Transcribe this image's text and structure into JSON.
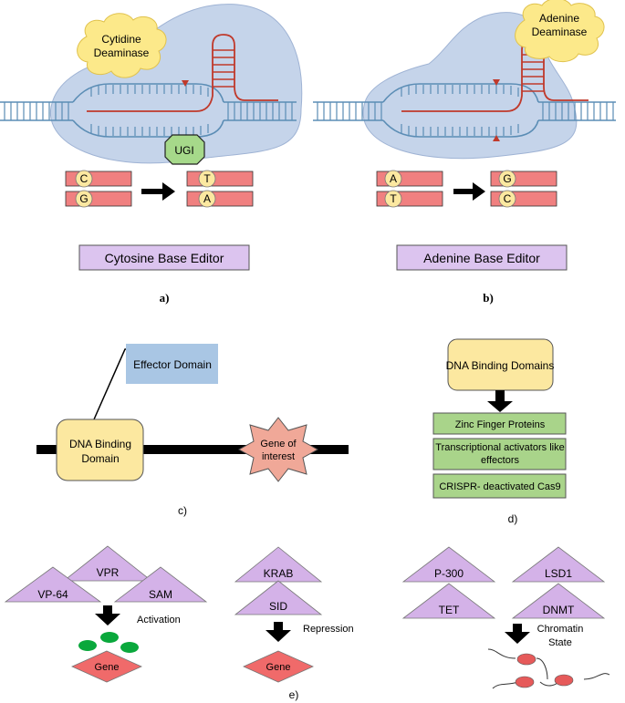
{
  "panel_a": {
    "enzyme": [
      "Cytidine",
      "Deaminase"
    ],
    "ugi": "UGI",
    "before": [
      "C",
      "G"
    ],
    "after": [
      "T",
      "A"
    ],
    "title": "Cytosine Base Editor",
    "caption": "a)"
  },
  "panel_b": {
    "enzyme": [
      "Adenine",
      "Deaminase"
    ],
    "before": [
      "A",
      "T"
    ],
    "after": [
      "G",
      "C"
    ],
    "title": "Adenine Base Editor",
    "caption": "b)"
  },
  "panel_c": {
    "effector": "Effector Domain",
    "binding": [
      "DNA Binding",
      "Domain"
    ],
    "gene": [
      "Gene of",
      "interest"
    ],
    "caption": "c)"
  },
  "panel_d": {
    "header": "DNA Binding Domains",
    "items": [
      [
        "Zinc Finger Proteins"
      ],
      [
        "Transcriptional activators like",
        "effectors"
      ],
      [
        "CRISPR- deactivated Cas9"
      ]
    ],
    "caption": "d)"
  },
  "panel_e": {
    "activation": {
      "domains": [
        "VPR",
        "VP-64",
        "SAM"
      ],
      "label": "Activation",
      "target": "Gene"
    },
    "repression": {
      "domains": [
        "KRAB",
        "SID"
      ],
      "label": "Repression",
      "target": "Gene"
    },
    "chromatin": {
      "domains": [
        "P-300",
        "LSD1",
        "TET",
        "DNMT"
      ],
      "label": [
        "Chromatin",
        "State"
      ]
    },
    "caption": "e)"
  },
  "colors": {
    "dna": "#5b8db5",
    "rna": "#c0392b",
    "blob": "#c5d4ea",
    "cloud": "#fce98a",
    "strand": "#f08080",
    "base": "#fce8a0",
    "lavender": "#dcc4ef",
    "blue_box": "#a9c6e4",
    "green_box": "#a9d48a",
    "triangle": "#d4b2e8",
    "gene": "#f06a6a",
    "nucleosome": "#e65a5a",
    "ugi": "#a6d98a"
  }
}
